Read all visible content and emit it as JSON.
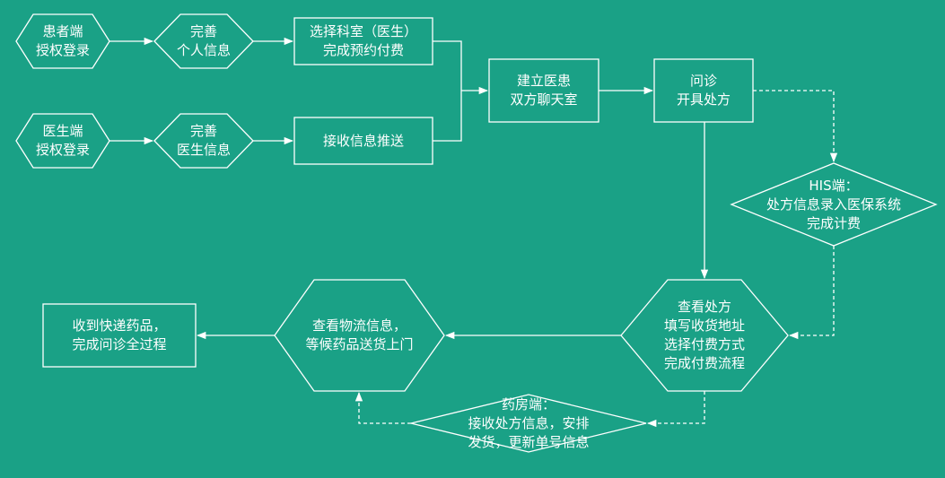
{
  "colors": {
    "background": "#1aa186",
    "stroke": "#ffffff",
    "text": "#ffffff"
  },
  "nodes": {
    "patient_login": "患者端\n授权登录",
    "complete_personal_info": "完善\n个人信息",
    "select_department": "选择科室（医生）\n完成预约付费",
    "doctor_login": "医生端\n授权登录",
    "complete_doctor_info": "完善\n医生信息",
    "receive_push": "接收信息推送",
    "chat_room": "建立医患\n双方聊天室",
    "consult_prescribe": "问诊\n开具处方",
    "his_entry": "HIS端：\n处方信息录入医保系统\n完成计费",
    "view_prescription": "查看处方\n填写收货地址\n选择付费方式\n完成付费流程",
    "pharmacy": "药房端：\n接收处方信息，安排\n发货，更新单号信息",
    "logistics": "查看物流信息，\n等候药品送货上门",
    "receive_medicine": "收到快递药品，\n完成问诊全过程"
  }
}
